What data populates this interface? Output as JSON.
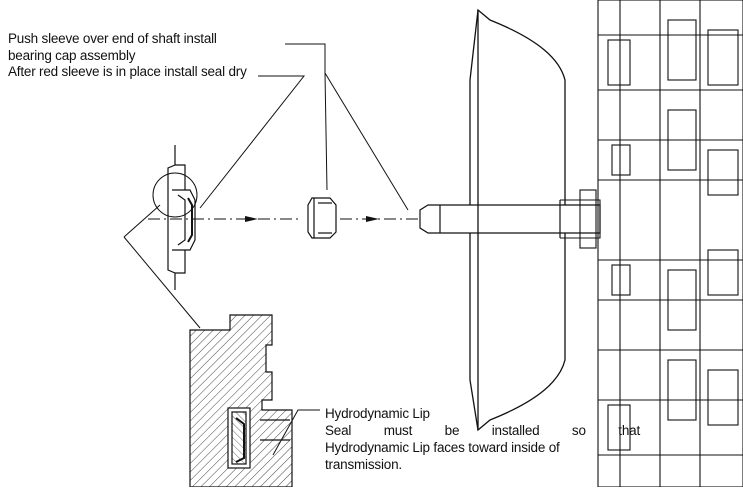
{
  "callouts": {
    "push_sleeve": {
      "line1": "Push sleeve over end of shaft install",
      "line2": "bearing cap assembly"
    },
    "after_red_sleeve": "After red sleeve is in place install seal dry",
    "hydrodynamic": {
      "title": "Hydrodynamic Lip",
      "line1": "Seal must be installed so that",
      "line2": "Hydrodynamic Lip faces toward inside of",
      "line3": "transmission."
    }
  },
  "colors": {
    "ink": "#111111",
    "hatch": "#444444",
    "background": "#ffffff"
  }
}
